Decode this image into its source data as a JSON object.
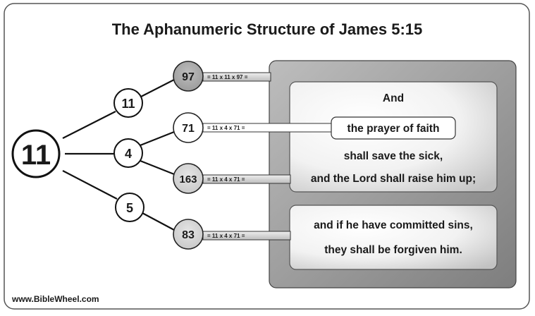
{
  "title": "The Aphanumeric Structure of James 5:15",
  "footer": "www.BibleWheel.com",
  "tree": {
    "root": "11",
    "branches": [
      "11",
      "4",
      "5"
    ],
    "leaves": [
      {
        "value": "97",
        "equation": "= 11 x 11 x 97 =",
        "shaded": true
      },
      {
        "value": "71",
        "equation": "= 11 x 4 x 71 =",
        "shaded": false
      },
      {
        "value": "163",
        "equation": "= 11 x 4 x 71 =",
        "shaded": true
      },
      {
        "value": "83",
        "equation": "= 11 x 4 x 71 =",
        "shaded": true
      }
    ]
  },
  "verse": {
    "upper": {
      "line1": "And",
      "highlight": "the prayer of faith",
      "line3": "shall save the sick,",
      "line4": "and the Lord shall raise him up;"
    },
    "lower": {
      "line1": "and if he have committed sins,",
      "line2": "they shall be forgiven him."
    }
  },
  "colors": {
    "frame": "#555555",
    "outer_box_light": "#c4c4c4",
    "outer_box_dark": "#7a7a7a",
    "inner_box_light": "#ffffff",
    "inner_box_dark": "#c8c8c8",
    "shaded_node": "#cfcfcf",
    "shaded_node_dark": "#a9a9a9"
  }
}
